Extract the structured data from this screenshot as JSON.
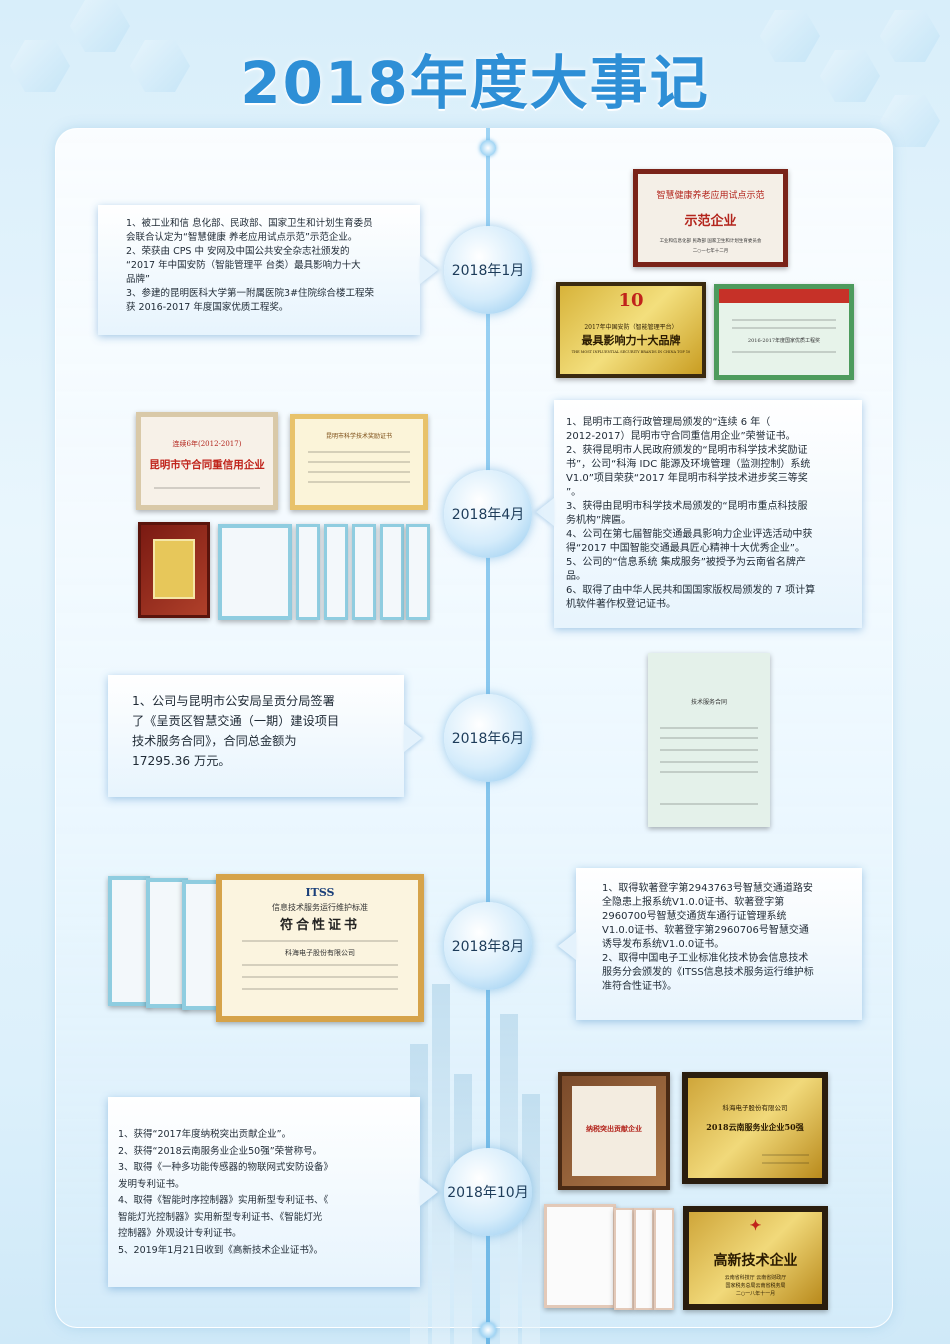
{
  "page": {
    "title": "2018年度大事记"
  },
  "events": [
    {
      "date": "2018年1月",
      "lines": [
        "1、被工业和信 息化部、民政部、国家卫生和计划生育委员",
        "会联合认定为“智慧健康 养老应用试点示范”示范企业。",
        "2、荣获由 CPS 中 安网及中国公共安全杂志社颁发的",
        "“2017 年中国安防（智能管理平 台类）最具影响力十大",
        "品牌”",
        "3、参建的昆明医科大学第一附属医院3#住院综合楼工程荣",
        "获 2016-2017 年度国家优质工程奖。"
      ]
    },
    {
      "date": "2018年4月",
      "lines": [
        "1、昆明市工商行政管理局颁发的“连续 6 年（",
        "2012-2017）昆明市守合同重信用企业”荣誉证书。",
        "2、获得昆明市人民政府颁发的“昆明市科学技术奖励证",
        "书”，公司“科海 IDC 能源及环境管理（监测控制）系统",
        "V1.0”项目荣获“2017 年昆明市科学技术进步奖三等奖",
        "”。",
        "3、获得由昆明市科学技术局颁发的“昆明市重点科技服",
        "务机构”牌匾。",
        "4、公司在第七届智能交通最具影响力企业评选活动中获",
        "得“2017 中国智能交通最具匠心精神十大优秀企业”。",
        "5、公司的“信息系统 集成服务”被授予为云南省名牌产",
        "品。",
        "6、取得了由中华人民共和国国家版权局颁发的 7 项计算",
        "机软件著作权登记证书。"
      ]
    },
    {
      "date": "2018年6月",
      "lines": [
        "1、公司与昆明市公安局呈贡分局签署",
        "了《呈贡区智慧交通（一期）建设项目",
        "技术服务合同》，合同总金额为",
        "17295.36 万元。"
      ]
    },
    {
      "date": "2018年8月",
      "lines": [
        "1、取得软著登字第2943763号智慧交通道路安",
        "全隐患上报系统V1.0.0证书、软著登字第",
        "2960700号智慧交通货车通行证管理系统",
        "V1.0.0证书、软著登字第2960706号智慧交通",
        "诱导发布系统V1.0.0证书。",
        "2、取得中国电子工业标准化技术协会信息技术",
        "服务分会颁发的《ITSS信息技术服务运行维护标",
        "准符合性证书》。"
      ]
    },
    {
      "date": "2018年10月",
      "lines": [
        "1、获得“2017年度纳税突出贡献企业”。",
        "2、获得“2018云南服务业企业50强”荣誉称号。",
        "3、取得《一种多功能传感器的物联网式安防设备》",
        "发明专利证书。",
        "4、取得《智能时序控制器》实用新型专利证书、《",
        "智能灯光控制器》实用新型专利证书、《智能灯光",
        "控制器》外观设计专利证书。",
        "5、2019年1月21日收到《高新技术企业证书》。"
      ]
    }
  ],
  "certificates": {
    "demo_title": "智慧健康养老应用试点示范",
    "demo_main": "示范企业",
    "demo_issuers": "工业和信息化部  民政部  国家卫生和计划生育委员会",
    "demo_date": "二○一七年十二月",
    "brand_top": "2017年中国安防（智能管理平台）",
    "brand_main": "最具影响力十大品牌",
    "brand_en": "THE MOST INFLUENTIAL SECURITY BRANDS IN CHINA TOP 10",
    "quality_text": "2016-2017年度国家优质工程奖",
    "credit_title": "连续6年(2012-2017)",
    "credit_main": "昆明市守合同重信用企业",
    "sci_title": "昆明市科学技术奖励证书",
    "contract_title": "技术服务合同",
    "itss_logo": "ITSS",
    "itss_title": "信息技术服务运行维护标准",
    "itss_main": "符合性证书",
    "itss_body": "科海电子股份有限公司",
    "top50_company": "科海电子股份有限公司",
    "top50_main": "2018云南服务业企业50强",
    "tax_main": "纳税突出贡献企业",
    "hitech_main": "高新技术企业",
    "hitech_sub": "云南省科技厅  云南省财政厅",
    "hitech_sub2": "国家税务总局云南省税务局",
    "hitech_date": "二○一八年十一月"
  }
}
